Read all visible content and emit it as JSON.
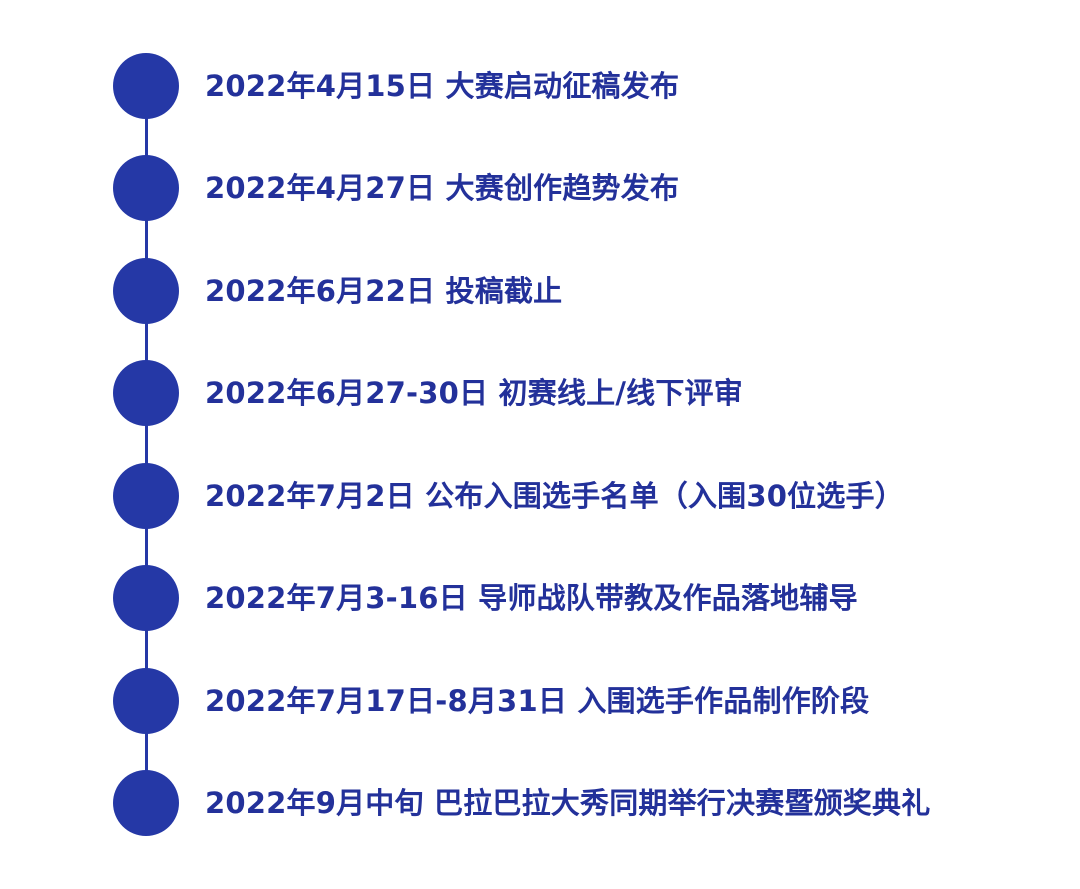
{
  "colors": {
    "accent": "#2538a6",
    "text": "#23319a",
    "background": "#ffffff"
  },
  "timeline": {
    "items": [
      {
        "date": "2022年4月15日",
        "event": "大赛启动征稿发布"
      },
      {
        "date": "2022年4月27日",
        "event": "大赛创作趋势发布"
      },
      {
        "date": "2022年6月22日",
        "event": "投稿截止"
      },
      {
        "date": "2022年6月27-30日",
        "event": "初赛线上/线下评审"
      },
      {
        "date": "2022年7月2日",
        "event": "公布入围选手名单（入围30位选手）"
      },
      {
        "date": "2022年7月3-16日",
        "event": "导师战队带教及作品落地辅导"
      },
      {
        "date": "2022年7月17日-8月31日",
        "event": "入围选手作品制作阶段"
      },
      {
        "date": "2022年9月中旬",
        "event": "巴拉巴拉大秀同期举行决赛暨颁奖典礼"
      }
    ]
  }
}
